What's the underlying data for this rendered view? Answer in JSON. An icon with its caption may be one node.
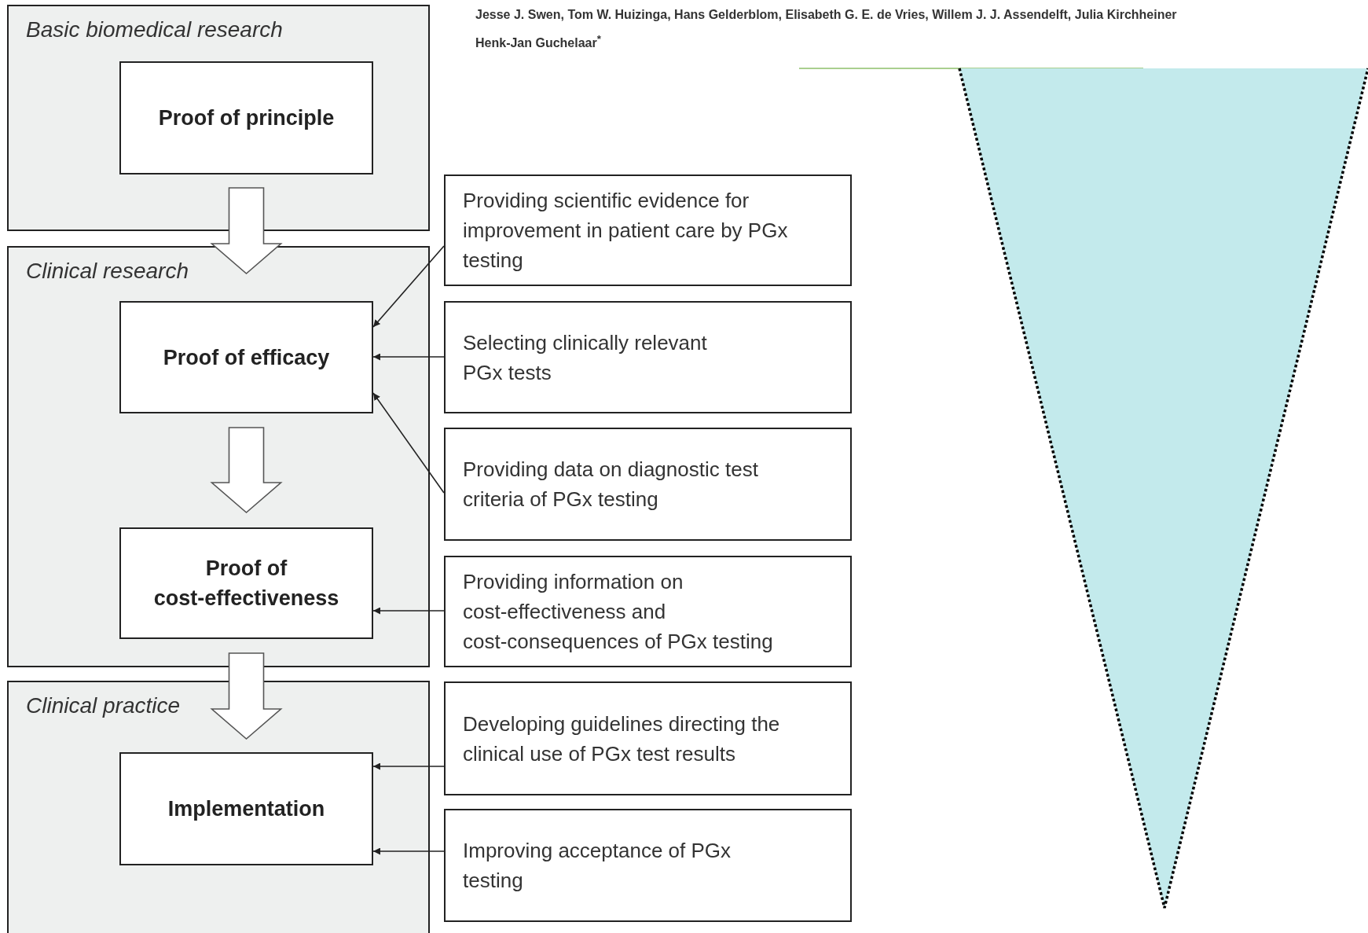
{
  "diagram": {
    "nodes": [
      {
        "text": [
          "Basic biomedical research"
        ]
      },
      {
        "text": [
          "Proof of principle"
        ],
        "in": 0
      },
      {
        "text": [
          "Clinical research"
        ]
      },
      {
        "text": [
          "Proof of efficacy"
        ],
        "in": 2
      },
      {
        "text": [
          "Proof of cost-effectiveness"
        ],
        "in": 2
      },
      {
        "text": [
          "Clinical practice"
        ]
      },
      {
        "text": [
          "Implementation"
        ],
        "in": 5
      },
      {
        "text": [
          "Providing scientific evidence for improvement in patient care by PGx testing"
        ]
      },
      {
        "text": [
          "Selecting clinically relevant PGx tests"
        ]
      },
      {
        "text": [
          "Providing data on diagnostic test criteria of PGx testing"
        ]
      },
      {
        "text": [
          "Providing information on cost-effectiveness and cost-consequences of PGx testing"
        ]
      },
      {
        "text": [
          "Developing guidelines directing the clinical use of PGx test results"
        ]
      },
      {
        "text": [
          "Improving acceptance of PGx testing"
        ]
      }
    ],
    "edges": [
      {
        "from": 1,
        "to": 3,
        "arrow": "to",
        "style": "thick"
      },
      {
        "from": 3,
        "to": 4,
        "arrow": "to",
        "style": "thick"
      },
      {
        "from": 4,
        "to": 6,
        "arrow": "to",
        "style": "thick"
      },
      {
        "from": 7,
        "to": 3,
        "arrow": "to"
      },
      {
        "from": 8,
        "to": 3,
        "arrow": "to"
      },
      {
        "from": 9,
        "to": 3,
        "arrow": "to"
      },
      {
        "from": 10,
        "to": 4,
        "arrow": "to"
      },
      {
        "from": 11,
        "to": 6,
        "arrow": "to"
      },
      {
        "from": 12,
        "to": 6,
        "arrow": "to"
      }
    ],
    "labels": [
      "Jesse J. Swen, Tom W. Huizinga, Hans Gelderblom, Elisabeth G. E. de Vries, Willem J. J. Assendelft, Julia Kirchheiner",
      "Henk-Jan Guchelaar$^{*}$"
    ]
  }
}
